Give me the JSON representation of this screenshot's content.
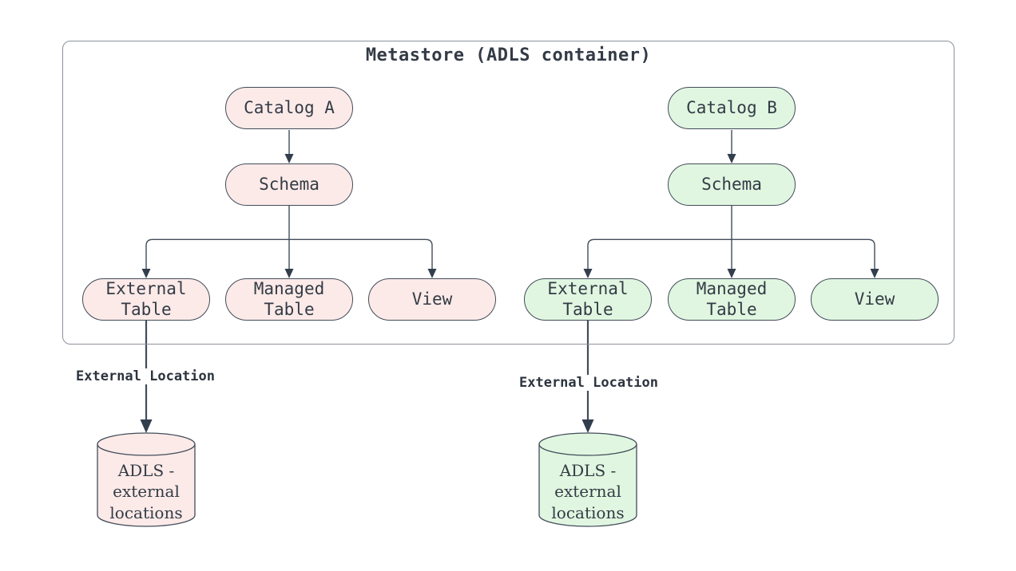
{
  "diagram": {
    "title": "Metastore (ADLS container)",
    "colors": {
      "catalog_a_fill": "#fceae8",
      "catalog_b_fill": "#e0f6e0",
      "node_border": "#424c5a",
      "container_border": "#8b929b",
      "connector": "#414c5a",
      "text": "#333b46"
    },
    "catalog_a": {
      "catalog": "Catalog A",
      "schema": "Schema",
      "external_table": "External\nTable",
      "managed_table": "Managed\nTable",
      "view": "View",
      "edge_label": "External Location",
      "storage": "ADLS -\nexternal\nlocations"
    },
    "catalog_b": {
      "catalog": "Catalog B",
      "schema": "Schema",
      "external_table": "External\nTable",
      "managed_table": "Managed\nTable",
      "view": "View",
      "edge_label": "External Location",
      "storage": "ADLS -\nexternal\nlocations"
    }
  }
}
